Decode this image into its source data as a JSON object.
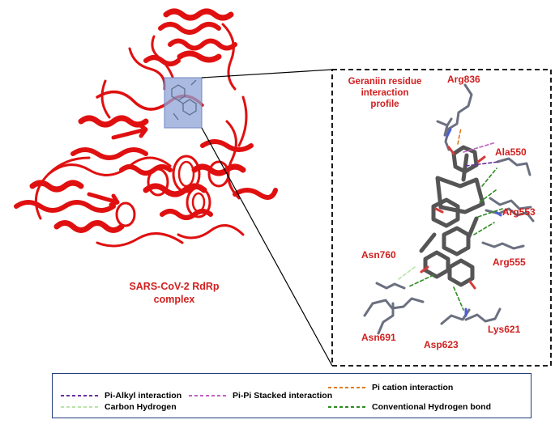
{
  "protein_label": [
    "SARS-CoV-2 RdRp",
    "complex"
  ],
  "inset_title": [
    "Geraniin residue",
    "interaction",
    "profile"
  ],
  "residues": {
    "arg836": "Arg836",
    "ala550": "Ala550",
    "arg553": "Arg553",
    "arg555": "Arg555",
    "asn760": "Asn760",
    "asn691": "Asn691",
    "asp623": "Asp623",
    "lys621": "Lys621"
  },
  "legend": [
    {
      "label": "Pi-Alkyl interaction",
      "color": "#6a2fa0"
    },
    {
      "label": "Pi-Pi Stacked interaction",
      "color": "#c060c0"
    },
    {
      "label": "Pi cation interaction",
      "color": "#e07b1a"
    },
    {
      "label": "Carbon Hydrogen",
      "color": "#b9e3a8"
    },
    {
      "label": "Conventional Hydrogen bond",
      "color": "#2e8b22"
    }
  ],
  "colors": {
    "protein": "#e01010",
    "label_red": "#d11f1f",
    "ligand": "#555555",
    "binding_box": "#8fa3d6",
    "legend_border": "#1f3b7a"
  }
}
